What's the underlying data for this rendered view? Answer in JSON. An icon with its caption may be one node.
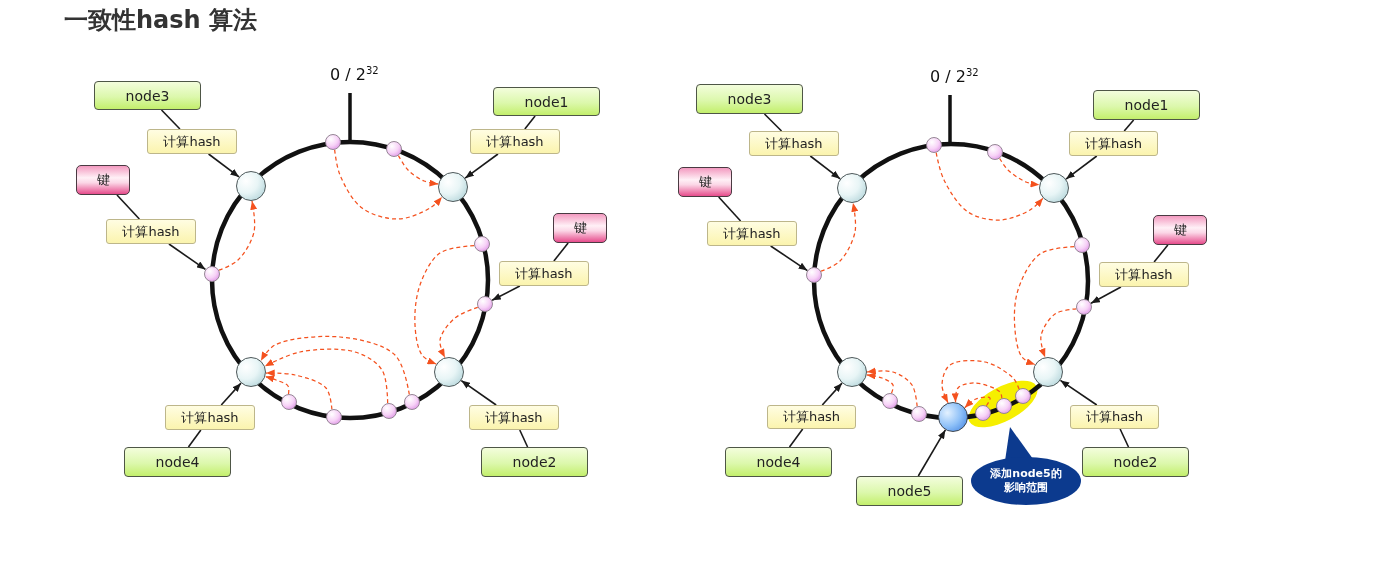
{
  "diagram": {
    "title": "一致性hash 算法",
    "nodes": [
      {
        "text": [
          "node3"
        ]
      },
      {
        "text": [
          "计算hash"
        ]
      },
      {
        "text": [
          "node1"
        ]
      },
      {
        "text": [
          "计算hash"
        ]
      },
      {
        "text": [
          "键"
        ]
      },
      {
        "text": [
          "计算hash"
        ]
      },
      {
        "text": [
          "键"
        ]
      },
      {
        "text": [
          "计算hash"
        ]
      },
      {
        "text": [
          "计算hash"
        ]
      },
      {
        "text": [
          "计算hash"
        ]
      },
      {
        "text": [
          "node4"
        ]
      },
      {
        "text": [
          "node2"
        ]
      },
      {
        "text": [],
        "shape": "circle"
      },
      {
        "text": [],
        "shape": "circle"
      },
      {
        "text": [],
        "shape": "circle"
      },
      {
        "text": [],
        "shape": "circle"
      },
      {
        "text": [],
        "shape": "circle"
      },
      {
        "text": [],
        "shape": "circle"
      },
      {
        "text": [],
        "shape": "circle"
      },
      {
        "text": [],
        "shape": "circle"
      },
      {
        "text": [],
        "shape": "circle"
      },
      {
        "text": [],
        "shape": "circle"
      },
      {
        "text": [],
        "shape": "circle"
      },
      {
        "text": [],
        "shape": "circle"
      },
      {
        "text": [],
        "shape": "circle"
      },
      {
        "text": [
          "node3"
        ]
      },
      {
        "text": [
          "计算hash"
        ]
      },
      {
        "text": [
          "node1"
        ]
      },
      {
        "text": [
          "计算hash"
        ]
      },
      {
        "text": [
          "键"
        ]
      },
      {
        "text": [
          "计算hash"
        ]
      },
      {
        "text": [
          "键"
        ]
      },
      {
        "text": [
          "计算hash"
        ]
      },
      {
        "text": [
          "计算hash"
        ]
      },
      {
        "text": [
          "计算hash"
        ]
      },
      {
        "text": [
          "node4"
        ]
      },
      {
        "text": [
          "node2"
        ]
      },
      {
        "text": [
          "node5"
        ]
      },
      {
        "text": [
          "添加node5的影响范围"
        ]
      },
      {
        "text": [],
        "shape": "circle"
      },
      {
        "text": [],
        "shape": "circle"
      },
      {
        "text": [],
        "shape": "circle"
      },
      {
        "text": [],
        "shape": "circle"
      },
      {
        "text": [],
        "shape": "circle"
      },
      {
        "text": [],
        "shape": "circle"
      },
      {
        "text": [],
        "shape": "circle"
      },
      {
        "text": [],
        "shape": "circle"
      },
      {
        "text": [],
        "shape": "circle"
      },
      {
        "text": [],
        "shape": "circle"
      },
      {
        "text": [],
        "shape": "circle"
      },
      {
        "text": [],
        "shape": "circle"
      },
      {
        "text": [],
        "shape": "circle"
      },
      {
        "text": [],
        "shape": "circle"
      },
      {
        "text": [],
        "shape": "circle"
      }
    ],
    "edges": [
      {
        "from": 0,
        "to": 1,
        "arrow": "none"
      },
      {
        "from": 1,
        "to": 12,
        "arrow": "to"
      },
      {
        "from": 2,
        "to": 3,
        "arrow": "none"
      },
      {
        "from": 3,
        "to": 13,
        "arrow": "to"
      },
      {
        "from": 4,
        "to": 5,
        "arrow": "none"
      },
      {
        "from": 5,
        "to": 18,
        "arrow": "to"
      },
      {
        "from": 6,
        "to": 7,
        "arrow": "none"
      },
      {
        "from": 7,
        "to": 20,
        "arrow": "to"
      },
      {
        "from": 8,
        "to": 14,
        "arrow": "to"
      },
      {
        "from": 10,
        "to": 8,
        "arrow": "none"
      },
      {
        "from": 9,
        "to": 15,
        "arrow": "to"
      },
      {
        "from": 11,
        "to": 9,
        "arrow": "none"
      },
      {
        "from": 18,
        "to": 12,
        "arrow": "to",
        "style": "dashed",
        "color": "#f4511e"
      },
      {
        "from": 16,
        "to": 13,
        "arrow": "to",
        "style": "dashed",
        "color": "#f4511e"
      },
      {
        "from": 17,
        "to": 13,
        "arrow": "to",
        "style": "dashed",
        "color": "#f4511e"
      },
      {
        "from": 19,
        "to": 15,
        "arrow": "to",
        "style": "dashed",
        "color": "#f4511e"
      },
      {
        "from": 20,
        "to": 15,
        "arrow": "to",
        "style": "dashed",
        "color": "#f4511e"
      },
      {
        "from": 21,
        "to": 14,
        "arrow": "to",
        "style": "dashed",
        "color": "#f4511e"
      },
      {
        "from": 22,
        "to": 14,
        "arrow": "to",
        "style": "dashed",
        "color": "#f4511e"
      },
      {
        "from": 23,
        "to": 14,
        "arrow": "to",
        "style": "dashed",
        "color": "#f4511e"
      },
      {
        "from": 24,
        "to": 14,
        "arrow": "to",
        "style": "dashed",
        "color": "#f4511e"
      },
      {
        "from": 25,
        "to": 26,
        "arrow": "none"
      },
      {
        "from": 26,
        "to": 39,
        "arrow": "to"
      },
      {
        "from": 27,
        "to": 28,
        "arrow": "none"
      },
      {
        "from": 28,
        "to": 40,
        "arrow": "to"
      },
      {
        "from": 29,
        "to": 30,
        "arrow": "none"
      },
      {
        "from": 30,
        "to": 46,
        "arrow": "to"
      },
      {
        "from": 31,
        "to": 32,
        "arrow": "none"
      },
      {
        "from": 32,
        "to": 48,
        "arrow": "to"
      },
      {
        "from": 35,
        "to": 33,
        "arrow": "none"
      },
      {
        "from": 33,
        "to": 41,
        "arrow": "to"
      },
      {
        "from": 36,
        "to": 34,
        "arrow": "none"
      },
      {
        "from": 34,
        "to": 42,
        "arrow": "to"
      },
      {
        "from": 37,
        "to": 43,
        "arrow": "to"
      },
      {
        "from": 46,
        "to": 39,
        "arrow": "to",
        "style": "dashed",
        "color": "#f4511e"
      },
      {
        "from": 44,
        "to": 40,
        "arrow": "to",
        "style": "dashed",
        "color": "#f4511e"
      },
      {
        "from": 45,
        "to": 40,
        "arrow": "to",
        "style": "dashed",
        "color": "#f4511e"
      },
      {
        "from": 47,
        "to": 42,
        "arrow": "to",
        "style": "dashed",
        "color": "#f4511e"
      },
      {
        "from": 48,
        "to": 42,
        "arrow": "to",
        "style": "dashed",
        "color": "#f4511e"
      },
      {
        "from": 49,
        "to": 41,
        "arrow": "to",
        "style": "dashed",
        "color": "#f4511e"
      },
      {
        "from": 50,
        "to": 41,
        "arrow": "to",
        "style": "dashed",
        "color": "#f4511e"
      },
      {
        "from": 51,
        "to": 43,
        "arrow": "to",
        "style": "dashed",
        "color": "#f4511e"
      },
      {
        "from": 52,
        "to": 43,
        "arrow": "to",
        "style": "dashed",
        "color": "#f4511e"
      },
      {
        "from": 53,
        "to": 43,
        "arrow": "to",
        "style": "dashed",
        "color": "#f4511e"
      }
    ],
    "labels": [
      "0 / 2$^{32}$",
      "0 / 2$^{32}$"
    ]
  }
}
